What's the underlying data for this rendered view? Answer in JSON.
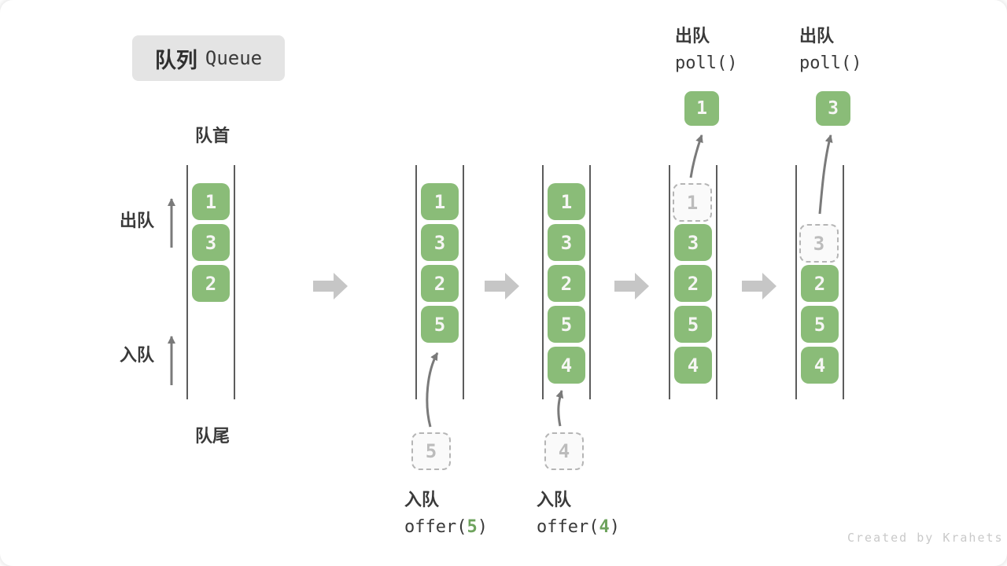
{
  "meta": {
    "credit": "Created by Krahets"
  },
  "title": {
    "zh": "队列",
    "en": "Queue"
  },
  "axis": {
    "front": "队首",
    "rear": "队尾",
    "dequeue": "出队",
    "enqueue": "入队"
  },
  "colors": {
    "box_green": "#8abc78",
    "box_text": "#f6f6f4",
    "dashed_border": "#b5b5b5",
    "muted_text": "#bcbcbc",
    "block_arrow": "#c6c6c6",
    "thin_arrow": "#7a7a7a",
    "dark_text": "#3a3a3a",
    "badge_bg": "#e4e4e4",
    "code_arg_green": "#6ea35d"
  },
  "steps": [
    {
      "name": "initial",
      "cells": [
        "1",
        "3",
        "2"
      ]
    },
    {
      "name": "after-offer-5",
      "cells": [
        "1",
        "3",
        "2",
        "5"
      ],
      "staged": "5",
      "op_zh": "入队",
      "op_pre": "offer(",
      "op_arg": "5",
      "op_post": ")"
    },
    {
      "name": "after-offer-4",
      "cells": [
        "1",
        "3",
        "2",
        "5",
        "4"
      ],
      "staged": "4",
      "op_zh": "入队",
      "op_pre": "offer(",
      "op_arg": "4",
      "op_post": ")"
    },
    {
      "name": "after-poll-1",
      "removed": "1",
      "cells": [
        "3",
        "2",
        "5",
        "4"
      ],
      "polled": "1",
      "op_zh": "出队",
      "op_code": "poll()"
    },
    {
      "name": "after-poll-3",
      "removed": "3",
      "cells": [
        "2",
        "5",
        "4"
      ],
      "polled": "3",
      "op_zh": "出队",
      "op_code": "poll()"
    }
  ]
}
